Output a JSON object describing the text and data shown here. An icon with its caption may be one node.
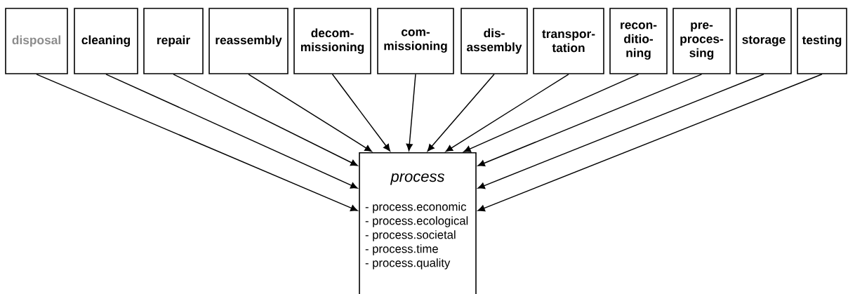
{
  "diagram": {
    "nodes": [
      {
        "text": [
          "disposal"
        ]
      },
      {
        "text": [
          "cleaning"
        ]
      },
      {
        "text": [
          "repair"
        ]
      },
      {
        "text": [
          "reassembly"
        ]
      },
      {
        "text": [
          "decom- missioning"
        ]
      },
      {
        "text": [
          "com- missioning"
        ]
      },
      {
        "text": [
          "dis- assembly"
        ]
      },
      {
        "text": [
          "transpor- tation"
        ]
      },
      {
        "text": [
          "recon- ditio- ning"
        ]
      },
      {
        "text": [
          "pre- proces- sing"
        ]
      },
      {
        "text": [
          "storage"
        ]
      },
      {
        "text": [
          "testing"
        ]
      },
      {
        "text": [
          "process",
          "- process.economic",
          "- process.ecological",
          "- process.societal",
          "- process.time",
          "- process.quality"
        ]
      }
    ],
    "edges": [
      {
        "from": 0,
        "to": 12,
        "arrow": "to"
      },
      {
        "from": 1,
        "to": 12,
        "arrow": "to"
      },
      {
        "from": 2,
        "to": 12,
        "arrow": "to"
      },
      {
        "from": 3,
        "to": 12,
        "arrow": "to"
      },
      {
        "from": 4,
        "to": 12,
        "arrow": "to"
      },
      {
        "from": 5,
        "to": 12,
        "arrow": "to"
      },
      {
        "from": 6,
        "to": 12,
        "arrow": "to"
      },
      {
        "from": 7,
        "to": 12,
        "arrow": "to"
      },
      {
        "from": 8,
        "to": 12,
        "arrow": "to"
      },
      {
        "from": 9,
        "to": 12,
        "arrow": "to"
      },
      {
        "from": 10,
        "to": 12,
        "arrow": "to"
      },
      {
        "from": 11,
        "to": 12,
        "arrow": "to"
      }
    ]
  }
}
